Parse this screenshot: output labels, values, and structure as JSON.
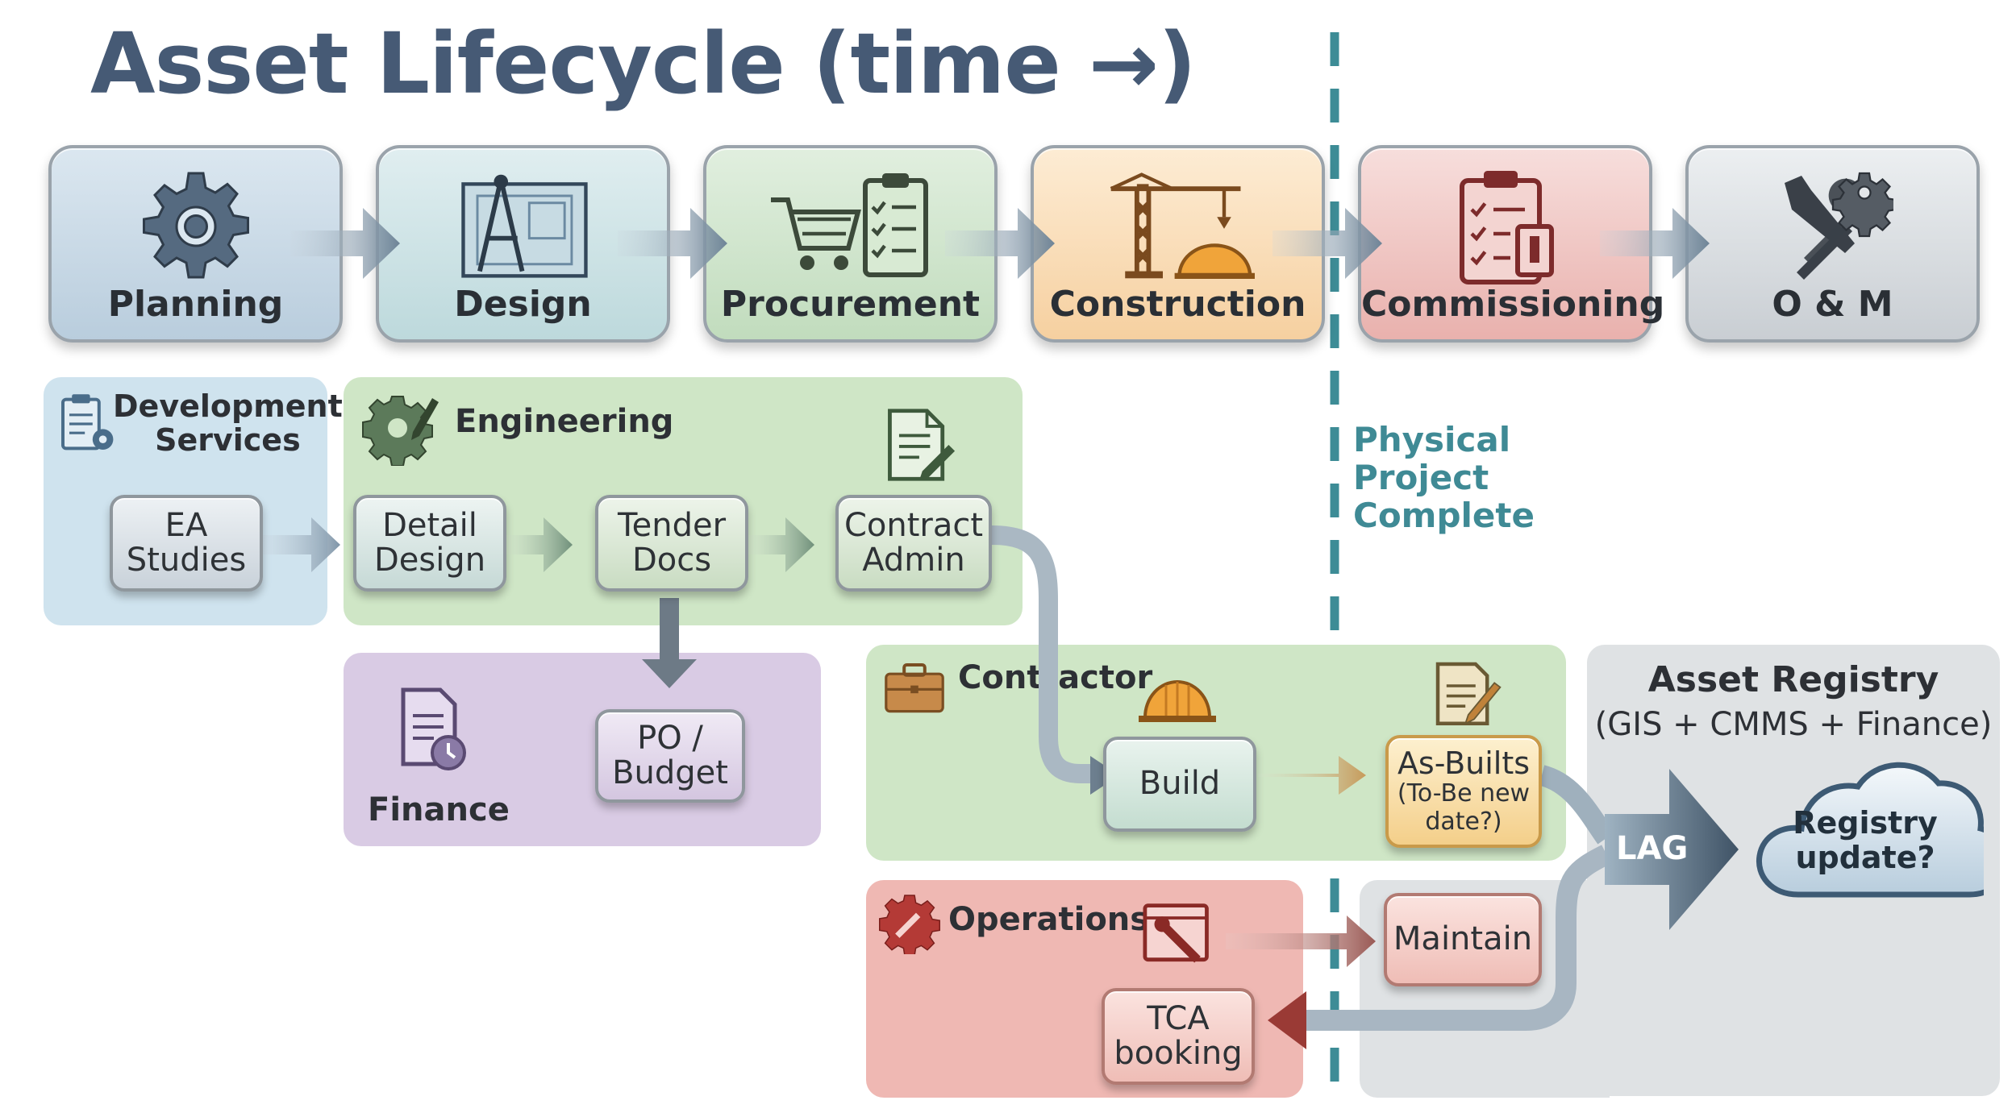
{
  "title": "Asset Lifecycle (time →)",
  "phases": [
    {
      "label": "Planning",
      "icon": "gear-icon"
    },
    {
      "label": "Design",
      "icon": "blueprint-compass-icon"
    },
    {
      "label": "Procurement",
      "icon": "cart-checklist-icon"
    },
    {
      "label": "Construction",
      "icon": "crane-hardhat-icon"
    },
    {
      "label": "Commissioning",
      "icon": "clipboard-checklist-icon"
    },
    {
      "label": "O & M",
      "icon": "wrench-screwdriver-gear-icon"
    }
  ],
  "milestone": {
    "label": "Physical\nProject\nComplete"
  },
  "lanes": {
    "development": {
      "title": "Development\nServices",
      "icon": "clipboard-gear-icon"
    },
    "engineering": {
      "title": "Engineering",
      "icon": "gear-pencil-icon",
      "doc_icon": "document-pen-icon"
    },
    "finance": {
      "title": "Finance",
      "icon": "document-clock-icon"
    },
    "contractor": {
      "title": "Contractor",
      "icon": "briefcase-icon",
      "hat_icon": "hardhat-icon",
      "doc_icon": "document-pencil-icon"
    },
    "operations": {
      "title": "Operations",
      "icon": "gear-wrench-icon",
      "tool_icon": "window-wrench-icon"
    },
    "registry": {
      "title": "Asset Registry",
      "subtitle": "(GIS + CMMS + Finance)"
    }
  },
  "boxes": {
    "ea_studies": "EA\nStudies",
    "detail_design": "Detail\nDesign",
    "tender_docs": "Tender\nDocs",
    "contract_admin": "Contract\nAdmin",
    "po_budget": "PO /\nBudget",
    "build": "Build",
    "as_builts_title": "As-Builts",
    "as_builts_note": "(To-Be new\ndate?)",
    "maintain": "Maintain",
    "tca_booking": "TCA\nbooking",
    "registry_update": "Registry\nupdate?"
  },
  "lag_label": "LAG",
  "colors": {
    "title": "#465a75",
    "milestone": "#3f8a95",
    "planning": "#c9d9e6",
    "design": "#cfe3e6",
    "procurement": "#d5e8d3",
    "construction": "#fbe0bd",
    "commissioning": "#f1c9c6",
    "om": "#dde1e4"
  }
}
